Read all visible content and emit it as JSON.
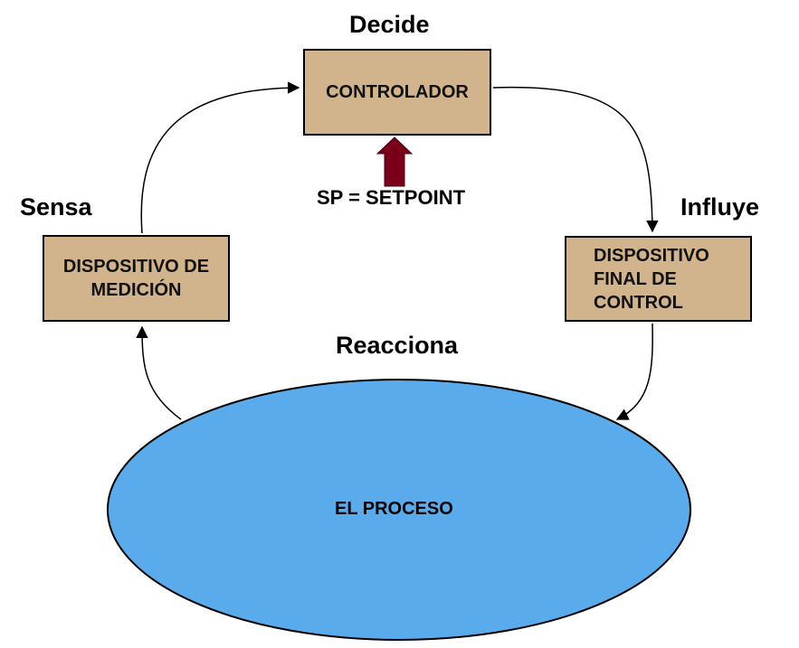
{
  "stages": {
    "decide": "Decide",
    "sense": "Sensa",
    "influence": "Influye",
    "react": "Reacciona"
  },
  "blocks": {
    "controller": "CONTROLADOR",
    "measurement_device": "DISPOSITIVO DE\nMEDICIÓN",
    "final_control_device": "DISPOSITIVO\nFINAL DE\nCONTROL",
    "process": "EL PROCESO"
  },
  "setpoint": "SP = SETPOINT",
  "colors": {
    "block_fill": "#d2b48c",
    "process_fill": "#5aabeb",
    "setpoint_arrow": "#7a0019",
    "loop_line": "#000000"
  }
}
